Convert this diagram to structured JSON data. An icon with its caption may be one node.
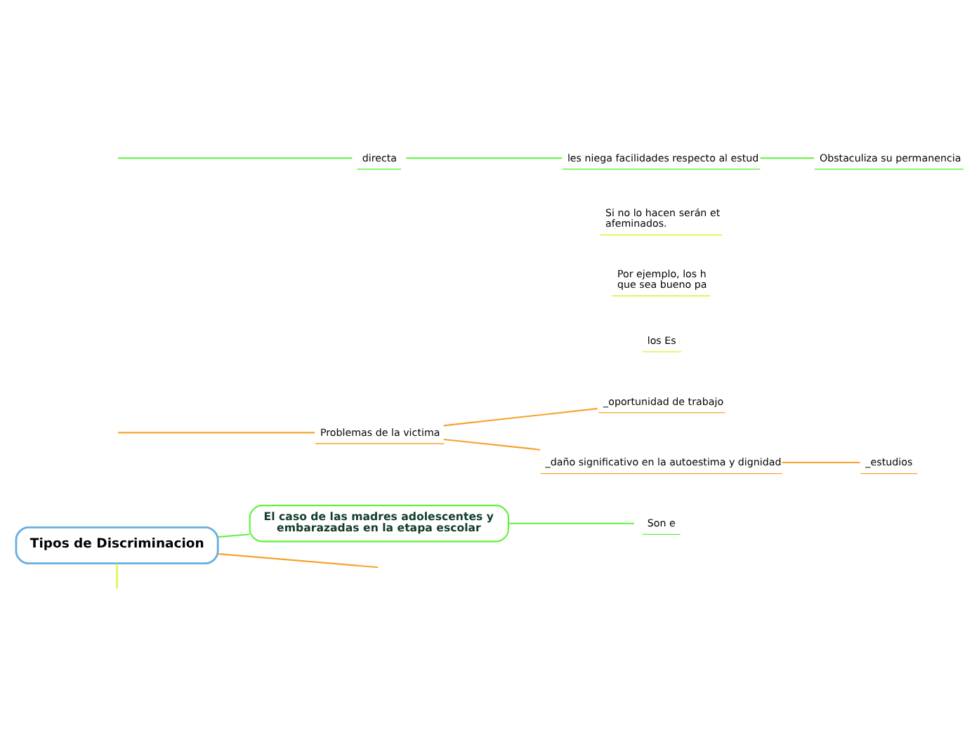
{
  "diagram": {
    "nodes": [
      {
        "text": [
          "Tipos de Discriminacion"
        ]
      },
      {
        "text": [
          "Problemas de la victima"
        ]
      },
      {
        "text": [
          "_oportunidad de trabajo"
        ]
      },
      {
        "text": [
          "_daño significativo en la autoestima y dignidad"
        ]
      },
      {
        "text": [
          "_estudios"
        ]
      },
      {
        "text": [
          "los Es"
        ]
      },
      {
        "text": [
          "Por ejemplo, los h que sea bueno pa"
        ]
      },
      {
        "text": [
          "Si no lo hacen serán et afeminados."
        ]
      },
      {
        "text": [
          "El caso de las madres adolescentes y embarazadas en la etapa escolar"
        ]
      },
      {
        "text": [
          "Son e"
        ]
      },
      {
        "text": [
          "directa"
        ]
      },
      {
        "text": [
          "les niega facilidades respecto al estud"
        ]
      },
      {
        "text": [
          "Obstaculiza su permanencia"
        ]
      }
    ],
    "edges": [
      {
        "from": 0,
        "to": null,
        "arrow": "none",
        "color": "#f7a22c"
      },
      {
        "from": null,
        "to": 1,
        "arrow": "none",
        "color": "#f7a22c"
      },
      {
        "from": 1,
        "to": 2,
        "arrow": "none",
        "color": "#f7a22c"
      },
      {
        "from": 1,
        "to": 3,
        "arrow": "none",
        "color": "#f7a22c"
      },
      {
        "from": 3,
        "to": 4,
        "arrow": "none",
        "color": "#f7a22c"
      },
      {
        "from": 0,
        "to": null,
        "arrow": "none",
        "color": "#d4f52c"
      },
      {
        "from": 0,
        "to": 8,
        "arrow": "none",
        "color": "#5cf23c"
      },
      {
        "from": 8,
        "to": 9,
        "arrow": "none",
        "color": "#5cf23c"
      },
      {
        "from": null,
        "to": 10,
        "arrow": "none",
        "color": "#5cf23c"
      },
      {
        "from": 10,
        "to": 11,
        "arrow": "none",
        "color": "#5cf23c"
      },
      {
        "from": 11,
        "to": 12,
        "arrow": "none",
        "color": "#5cf23c"
      }
    ]
  }
}
